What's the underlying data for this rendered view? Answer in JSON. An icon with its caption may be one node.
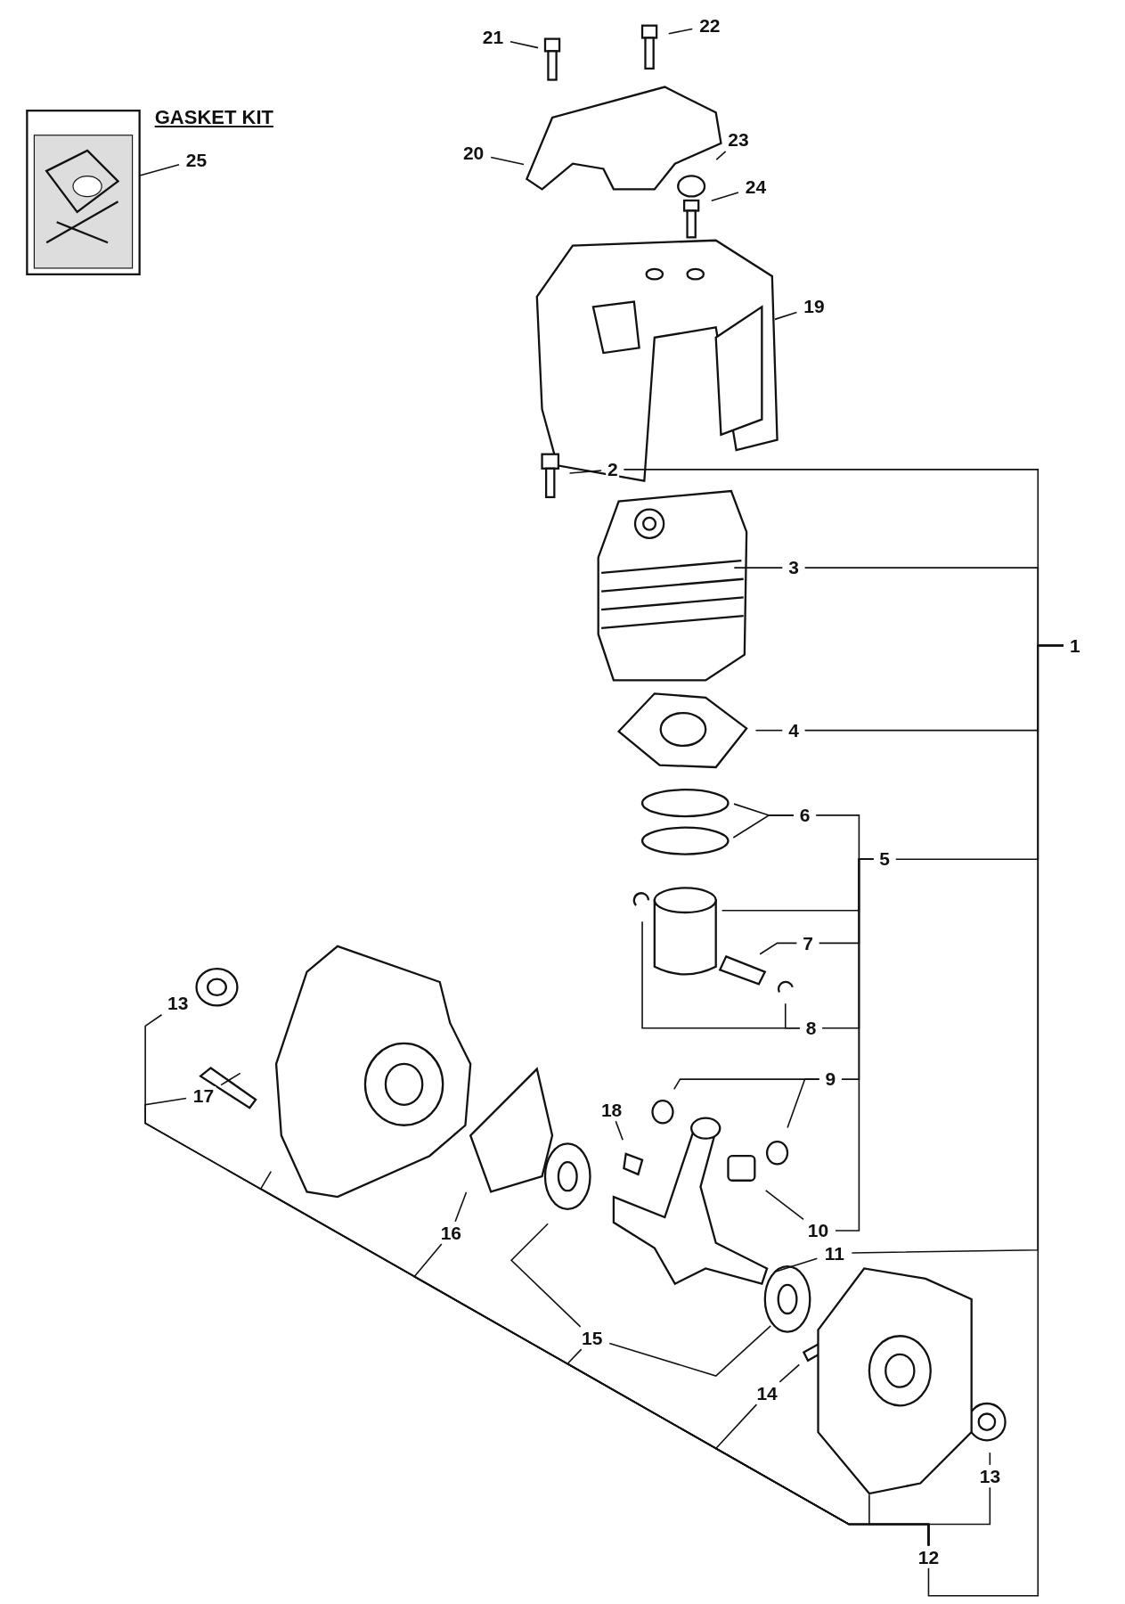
{
  "diagram": {
    "nodes": [
      {
        "text": [
          "GASKET KIT"
        ]
      },
      {
        "text": [
          "21"
        ]
      },
      {
        "text": [
          "22"
        ]
      },
      {
        "text": [
          "25"
        ]
      },
      {
        "text": [
          "20"
        ]
      },
      {
        "text": [
          "23"
        ]
      },
      {
        "text": [
          "24"
        ]
      },
      {
        "text": [
          "19"
        ]
      },
      {
        "text": [
          "2"
        ]
      },
      {
        "text": [
          "3"
        ]
      },
      {
        "text": [
          "1"
        ]
      },
      {
        "text": [
          "4"
        ]
      },
      {
        "text": [
          "6"
        ]
      },
      {
        "text": [
          "5"
        ]
      },
      {
        "text": [
          "7"
        ]
      },
      {
        "text": [
          "8"
        ]
      },
      {
        "text": [
          "13"
        ]
      },
      {
        "text": [
          "9"
        ]
      },
      {
        "text": [
          "17"
        ]
      },
      {
        "text": [
          "18"
        ]
      },
      {
        "text": [
          "10"
        ]
      },
      {
        "text": [
          "16"
        ]
      },
      {
        "text": [
          "11"
        ]
      },
      {
        "text": [
          "15"
        ]
      },
      {
        "text": [
          "14"
        ]
      },
      {
        "text": [
          "13"
        ]
      },
      {
        "text": [
          "12"
        ]
      }
    ],
    "edges": [
      {
        "from": 3,
        "to": 0,
        "arrow": "none"
      },
      {
        "from": 1,
        "to": null,
        "arrow": "none"
      },
      {
        "from": 2,
        "to": null,
        "arrow": "none"
      },
      {
        "from": 4,
        "to": null,
        "arrow": "none"
      },
      {
        "from": 5,
        "to": null,
        "arrow": "none"
      },
      {
        "from": 6,
        "to": null,
        "arrow": "none"
      },
      {
        "from": 7,
        "to": null,
        "arrow": "none"
      },
      {
        "from": 8,
        "to": null,
        "arrow": "none"
      },
      {
        "from": 9,
        "to": null,
        "arrow": "none"
      },
      {
        "from": 11,
        "to": null,
        "arrow": "none"
      },
      {
        "from": 12,
        "to": null,
        "arrow": "none"
      },
      {
        "from": 12,
        "to": null,
        "arrow": "none"
      },
      {
        "from": 13,
        "to": null,
        "arrow": "none"
      },
      {
        "from": 14,
        "to": null,
        "arrow": "none"
      },
      {
        "from": 15,
        "to": null,
        "arrow": "none"
      },
      {
        "from": 15,
        "to": null,
        "arrow": "none"
      },
      {
        "from": 17,
        "to": null,
        "arrow": "none"
      },
      {
        "from": 17,
        "to": null,
        "arrow": "none"
      },
      {
        "from": 19,
        "to": null,
        "arrow": "none"
      },
      {
        "from": 20,
        "to": null,
        "arrow": "none"
      },
      {
        "from": 21,
        "to": null,
        "arrow": "none"
      },
      {
        "from": 22,
        "to": null,
        "arrow": "none"
      },
      {
        "from": 23,
        "to": null,
        "arrow": "none"
      },
      {
        "from": 23,
        "to": null,
        "arrow": "none"
      },
      {
        "from": 24,
        "to": null,
        "arrow": "none"
      },
      {
        "from": 25,
        "to": null,
        "arrow": "none"
      },
      {
        "from": 18,
        "to": null,
        "arrow": "none"
      },
      {
        "from": 26,
        "to": null,
        "arrow": "none"
      },
      {
        "from": 26,
        "to": null,
        "arrow": "none"
      },
      {
        "from": 10,
        "to": 8,
        "arrow": "none"
      },
      {
        "from": 10,
        "to": 9,
        "arrow": "none"
      },
      {
        "from": 10,
        "to": 11,
        "arrow": "none"
      },
      {
        "from": 10,
        "to": 13,
        "arrow": "none"
      },
      {
        "from": 10,
        "to": 22,
        "arrow": "none"
      },
      {
        "from": 10,
        "to": 26,
        "arrow": "none"
      },
      {
        "from": 13,
        "to": 12,
        "arrow": "none"
      },
      {
        "from": 13,
        "to": 14,
        "arrow": "none"
      },
      {
        "from": 13,
        "to": 15,
        "arrow": "none"
      },
      {
        "from": 13,
        "to": 17,
        "arrow": "none"
      },
      {
        "from": 13,
        "to": 20,
        "arrow": "none"
      },
      {
        "from": 26,
        "to": 16,
        "arrow": "none"
      },
      {
        "from": 26,
        "to": 18,
        "arrow": "none"
      },
      {
        "from": 26,
        "to": 21,
        "arrow": "none"
      },
      {
        "from": 26,
        "to": 23,
        "arrow": "none"
      },
      {
        "from": 26,
        "to": 24,
        "arrow": "none"
      },
      {
        "from": 26,
        "to": 25,
        "arrow": "none"
      }
    ]
  }
}
